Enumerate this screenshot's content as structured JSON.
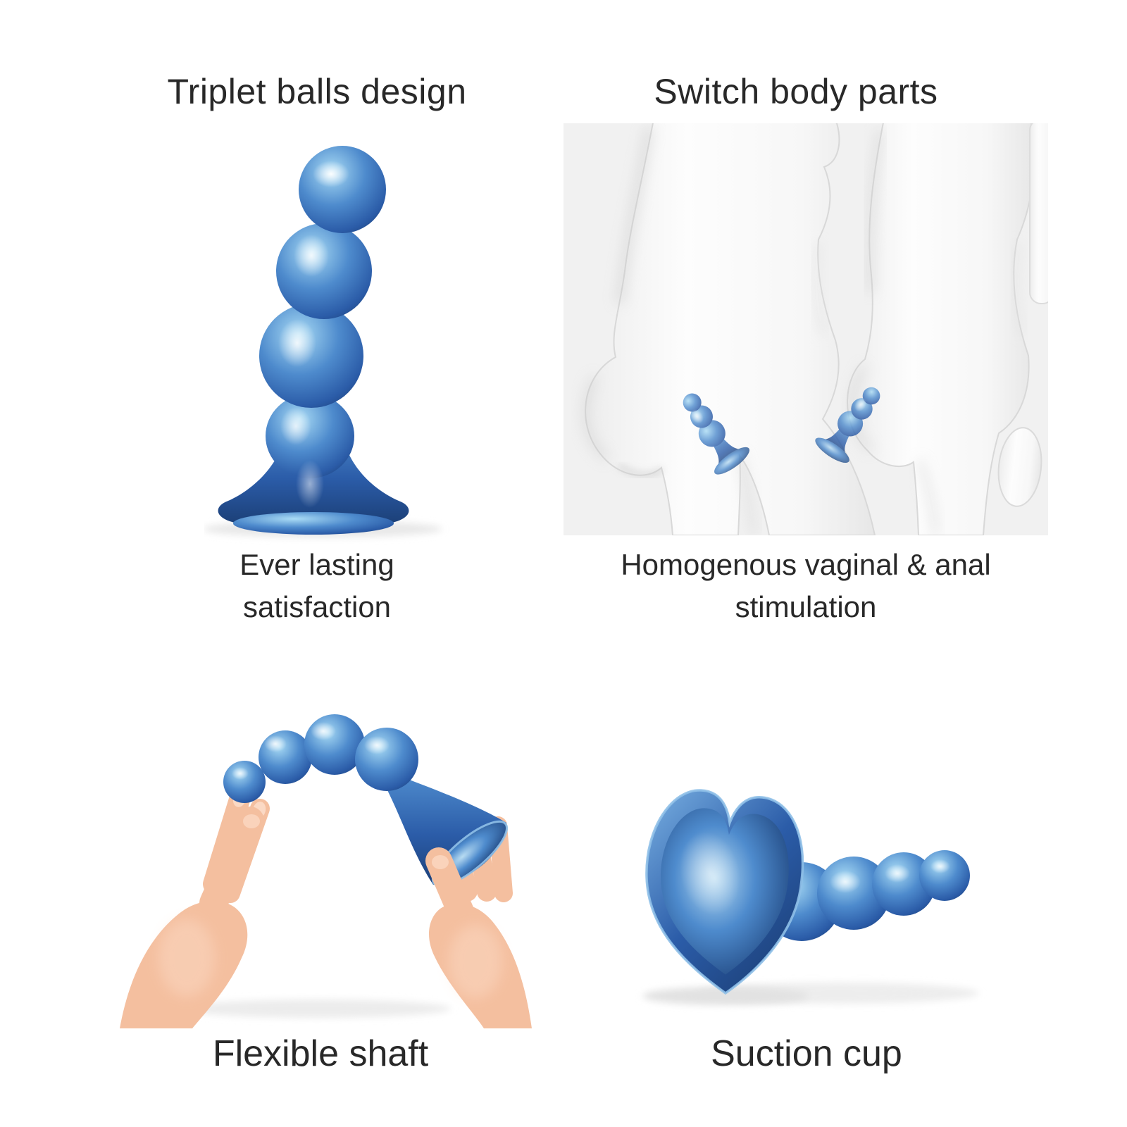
{
  "colors": {
    "page_bg": "#ffffff",
    "text": "#282828",
    "blue_light": "#aadcf5",
    "blue_mid": "#4e8bcd",
    "blue_deep": "#2b5ca8",
    "blue_dark": "#1c4078",
    "panel_gray": "#f1f1f1",
    "body_shade": "#d8d8d8",
    "skin_light": "#fcdcc8",
    "skin_mid": "#f4bf9f",
    "skin_dark": "#dd9674",
    "shadow_gray": "#e8e8e8"
  },
  "sections": {
    "triplet_balls": {
      "title": "Triplet balls design",
      "caption": "Ever lasting satisfaction",
      "illustration": "beaded-dildo-upright"
    },
    "switch_body": {
      "title": "Switch body parts",
      "caption": "Homogenous vaginal & anal stimulation",
      "illustration": "two-body-silhouettes-with-toy"
    },
    "flexible_shaft": {
      "label": "Flexible shaft",
      "illustration": "hands-bending-toy"
    },
    "suction_cup": {
      "label": "Suction cup",
      "illustration": "toy-on-side-suction-base"
    }
  }
}
